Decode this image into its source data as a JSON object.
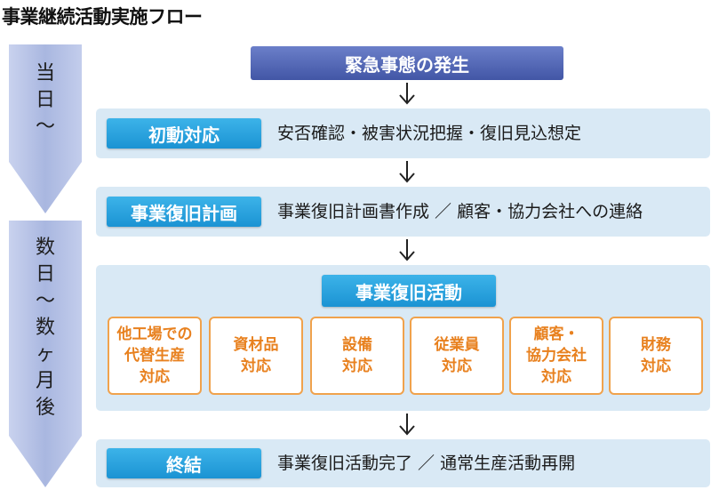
{
  "title": "事業継続活動実施フロー",
  "timeline": {
    "phase1": [
      "当",
      "日",
      "～"
    ],
    "phase2": [
      "数",
      "日",
      "～",
      "数",
      "ヶ",
      "月",
      "後"
    ]
  },
  "top_event": "緊急事態の発生",
  "steps": [
    {
      "label": "初動対応",
      "desc": "安否確認・被害状況把握・復旧見込想定"
    },
    {
      "label": "事業復旧計画",
      "desc": "事業復旧計画書作成 ／ 顧客・協力会社への連絡"
    },
    {
      "label": "事業復旧活動"
    },
    {
      "label": "終結",
      "desc": "事業復旧活動完了 ／ 通常生産活動再開"
    }
  ],
  "activities": [
    "他工場での\n代替生産\n対応",
    "資材品\n対応",
    "設備\n対応",
    "従業員\n対応",
    "顧客・\n協力会社\n対応",
    "財務\n対応"
  ],
  "colors": {
    "top_box": "#4f63b2",
    "label_blue": "#239bd9",
    "row_bg": "#d9e9f5",
    "timeline": "#b9c5e6",
    "sub_border": "#f0a24c",
    "sub_text": "#e8811f"
  }
}
